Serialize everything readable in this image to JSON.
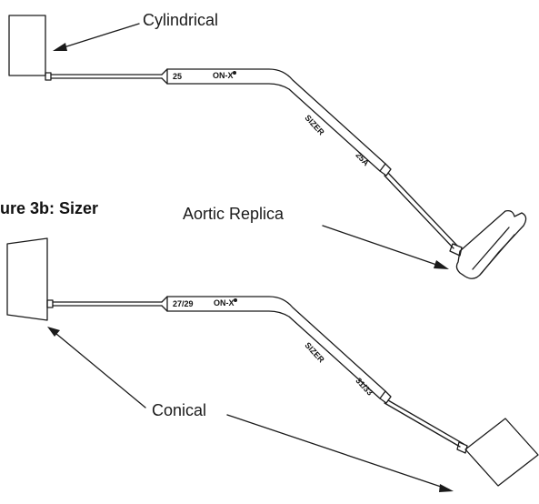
{
  "labels": {
    "cylindrical": "Cylindrical",
    "figure_title": "ure 3b: Sizer",
    "aortic_replica": "Aortic Replica",
    "conical": "Conical"
  },
  "sizer_top": {
    "size_mark": "25",
    "brand_mark": "ON-X",
    "sizer_mark": "SIZER",
    "replica_mark": "25A"
  },
  "sizer_bottom": {
    "size_mark": "27/29",
    "brand_mark": "ON-X",
    "sizer_mark": "SIZER",
    "replica_mark": "31/33"
  },
  "colors": {
    "ink": "#1a1a1a",
    "background": "#ffffff"
  }
}
